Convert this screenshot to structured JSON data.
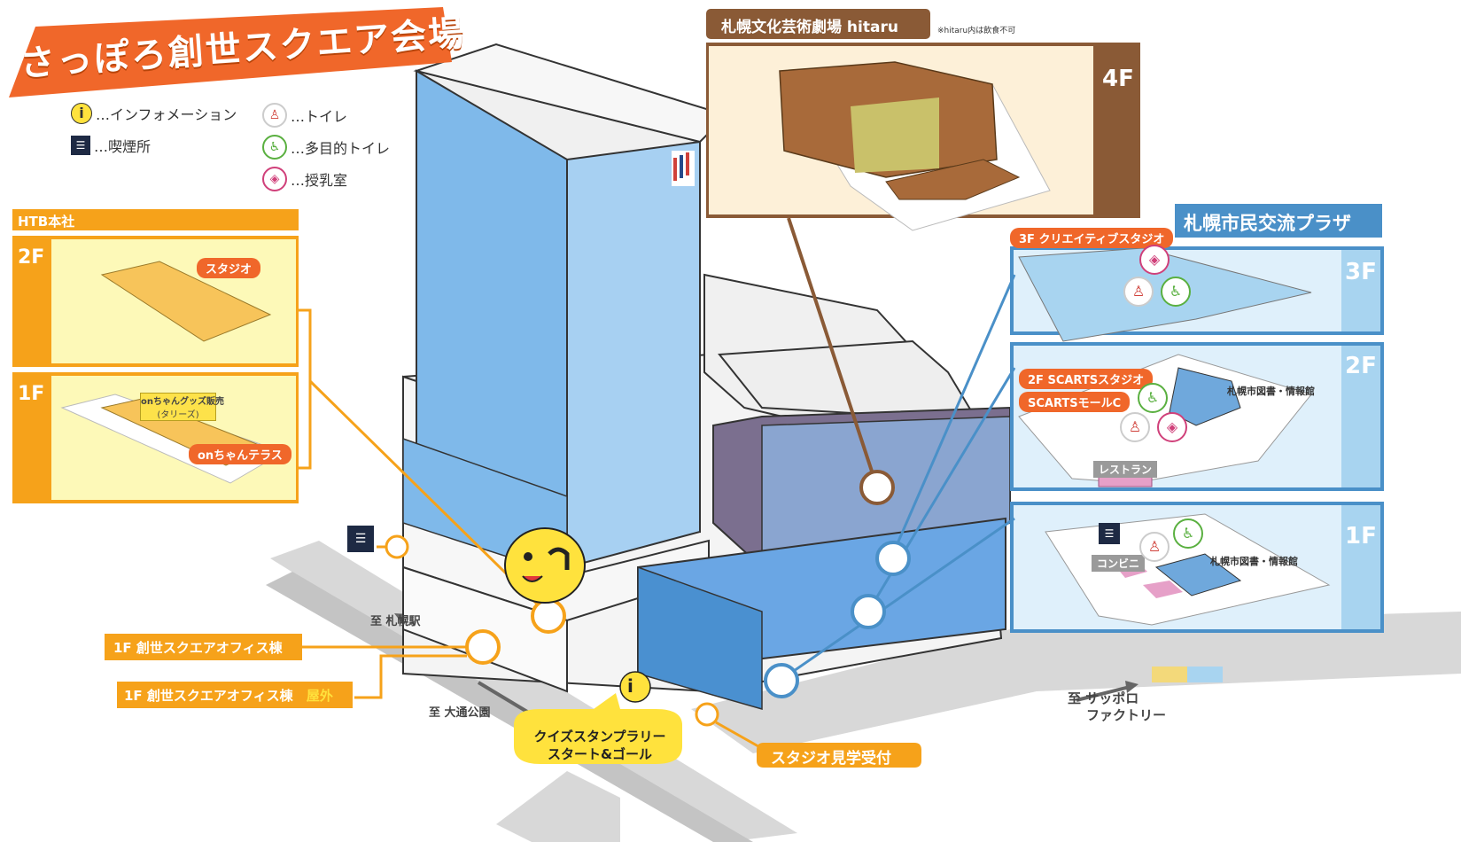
{
  "title": "さっぽろ創世スクエア会場",
  "legend": {
    "info": "…インフォメーション",
    "smoking": "…喫煙所",
    "toilet": "…トイレ",
    "multi_toilet": "…多目的トイレ",
    "nursing": "…授乳室",
    "info_glyph": "i"
  },
  "htb": {
    "header": "HTB本社",
    "floor2": "2F",
    "floor1": "1F",
    "studio": "スタジオ",
    "goods": "onちゃんグッズ販売",
    "goods_sub": "(タリーズ)",
    "terrace": "onちゃんテラス"
  },
  "hitaru": {
    "header": "札幌文化芸術劇場 hitaru",
    "note": "※hitaru内は飲食不可",
    "floor": "4F"
  },
  "plaza": {
    "header": "札幌市民交流プラザ",
    "floor3": "3F",
    "floor2": "2F",
    "floor1": "1F",
    "studio3f": "3F クリエイティブスタジオ",
    "scarts_studio": "2F SCARTSスタジオ",
    "scarts_mall": "SCARTSモールC",
    "library2f": "札幌市図書・情報館",
    "restaurant": "レストラン",
    "convenience": "コンビニ",
    "library1f": "札幌市図書・情報館"
  },
  "office": {
    "label1": "1F 創世スクエアオフィス棟",
    "label2_main": "1F 創世スクエアオフィス棟",
    "label2_extra": "屋外"
  },
  "directions": {
    "station": "至 札幌駅",
    "park": "至 大通公園",
    "factory_line1": "至 サッポロ",
    "factory_line2": "ファクトリー"
  },
  "quiz": {
    "line1": "クイズスタンプラリー",
    "line2": "スタート&ゴール"
  },
  "studio_tour": "スタジオ見学受付",
  "colors": {
    "orange": "#f0672a",
    "yellow_orange": "#f6a21a",
    "blue": "#4a90c8",
    "brown": "#8a5a36",
    "glass": "#7fb9ea"
  }
}
